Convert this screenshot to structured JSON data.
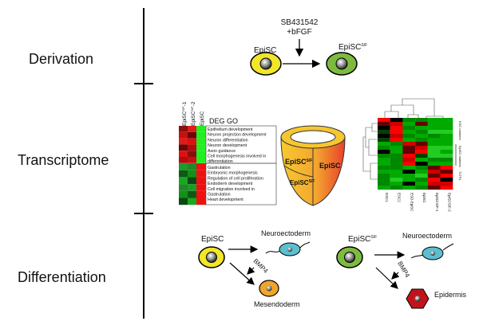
{
  "sections": {
    "derivation": "Derivation",
    "transcriptome": "Transcriptome",
    "differentiation": "Differentiation"
  },
  "derivation": {
    "source_cell": "EpiSC",
    "treatment_line1": "SB431542",
    "treatment_line2": "+bFGF",
    "target_cell": "EpiSC",
    "target_sup": "S/F"
  },
  "deg_go": {
    "title": "DEG GO",
    "columns": [
      {
        "label": "EpiSC",
        "sup": "S/F",
        "suffix": "-1"
      },
      {
        "label": "EpiSC",
        "sup": "S/F",
        "suffix": "-2"
      },
      {
        "label": "EpiSC",
        "sup": "",
        "suffix": ""
      }
    ],
    "up_terms": [
      "Epithelium development",
      "Neuron projection development",
      "Neuron differentiation",
      "Neuron development",
      "Axon guidance",
      "Cell morphogenesis involved in",
      "differentiation"
    ],
    "down_terms": [
      "Gastrulation",
      "Embryonic morphogenesis",
      "Regulation of cell proliferation",
      "Endoderm development",
      "Cell migration involved in",
      "Gastrulation",
      "Heart development"
    ]
  },
  "cup": {
    "left_top": "EpiSC",
    "left_top_sup": "S/F",
    "left_bottom": "EpiSC",
    "left_bottom_sup": "S/F",
    "right": "EpiSC"
  },
  "heatmap": {
    "columns": [
      "ESC1",
      "ESC2",
      "ESD-EpiSC",
      "EpiSC",
      "EpiSCS/F-1",
      "EpiSCS/F-2"
    ],
    "row_groups": [
      "ESC markers",
      "EpiSC markers",
      "TLTFs"
    ],
    "colors": {
      "high": "#ff0000",
      "mid": "#000000",
      "low": "#00cc00"
    }
  },
  "differentiation": {
    "left": {
      "source": "EpiSC",
      "target1": "Neuroectoderm",
      "factor": "BMP4",
      "target2": "Mesendoderm"
    },
    "right": {
      "source": "EpiSC",
      "source_sup": "S/F",
      "target1": "Neuroectoderm",
      "factor": "BMP4",
      "target2": "Epidermis"
    }
  },
  "colors": {
    "episc": "#f2e52a",
    "episc_sf": "#7dbb3f",
    "neuro": "#5bbfd0",
    "mesendo": "#f0a52a",
    "epidermis": "#c0141c"
  }
}
